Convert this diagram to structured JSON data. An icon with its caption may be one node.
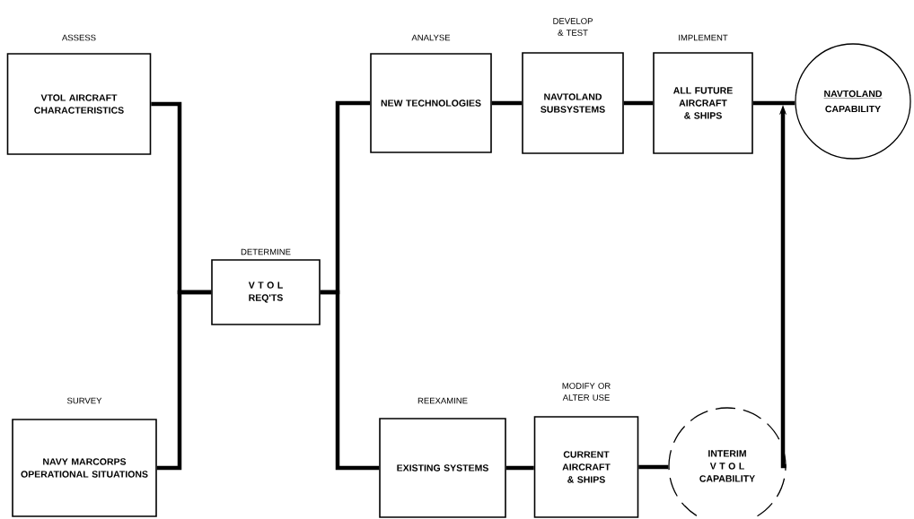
{
  "diagram": {
    "nodes": [
      {
        "text": [
          "ASSESS",
          "VTOL AIRCRAFT CHARACTERISTICS"
        ]
      },
      {
        "text": [
          "SURVEY",
          "NAVY MARCORPS OPERATIONAL SITUATIONS"
        ]
      },
      {
        "text": [
          "DETERMINE",
          "V T O L REQ'TS"
        ]
      },
      {
        "text": [
          "ANALYSE",
          "NEW TECHNOLOGIES"
        ]
      },
      {
        "text": [
          "DEVELOP & TEST",
          "NAVTOLAND SUBSYSTEMS"
        ]
      },
      {
        "text": [
          "IMPLEMENT",
          "ALL FUTURE AIRCRAFT & SHIPS"
        ]
      },
      {
        "text": [
          "NAVTOLAND",
          "CAPABILITY"
        ]
      },
      {
        "text": [
          "REEXAMINE",
          "EXISTING SYSTEMS"
        ]
      },
      {
        "text": [
          "MODIFY OR ALTER USE",
          "CURRENT AIRCRAFT & SHIPS"
        ]
      },
      {
        "text": [
          "INTERIM V T O L CAPABILITY"
        ]
      }
    ],
    "edges": [
      {
        "from": 0,
        "to": 2,
        "arrow": "none"
      },
      {
        "from": 1,
        "to": 2,
        "arrow": "none"
      },
      {
        "from": 2,
        "to": 3,
        "arrow": "none"
      },
      {
        "from": 2,
        "to": 7,
        "arrow": "none"
      },
      {
        "from": 3,
        "to": 4,
        "arrow": "none"
      },
      {
        "from": 4,
        "to": 5,
        "arrow": "none"
      },
      {
        "from": 5,
        "to": 6,
        "arrow": "none"
      },
      {
        "from": 7,
        "to": 8,
        "arrow": "none"
      },
      {
        "from": 8,
        "to": 9,
        "arrow": "none"
      },
      {
        "from": 9,
        "to": 6,
        "arrow": "to"
      }
    ]
  }
}
